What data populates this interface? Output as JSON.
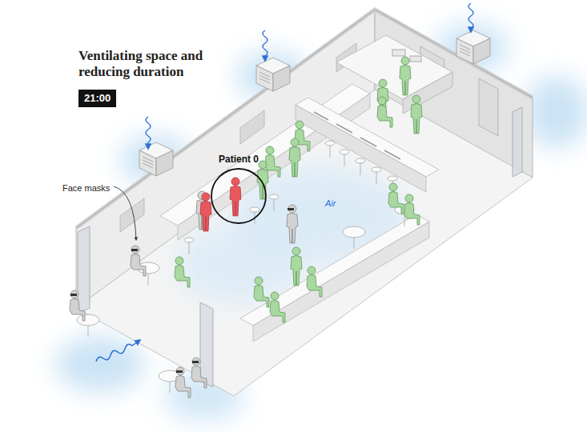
{
  "diagram": {
    "title": "Ventilating space and reducing duration",
    "nodes": [
      {
        "text": [
          "21:00"
        ]
      },
      {
        "text": [
          "Patient 0"
        ]
      }
    ],
    "labels": [
      "Face masks",
      "Air"
    ]
  }
}
